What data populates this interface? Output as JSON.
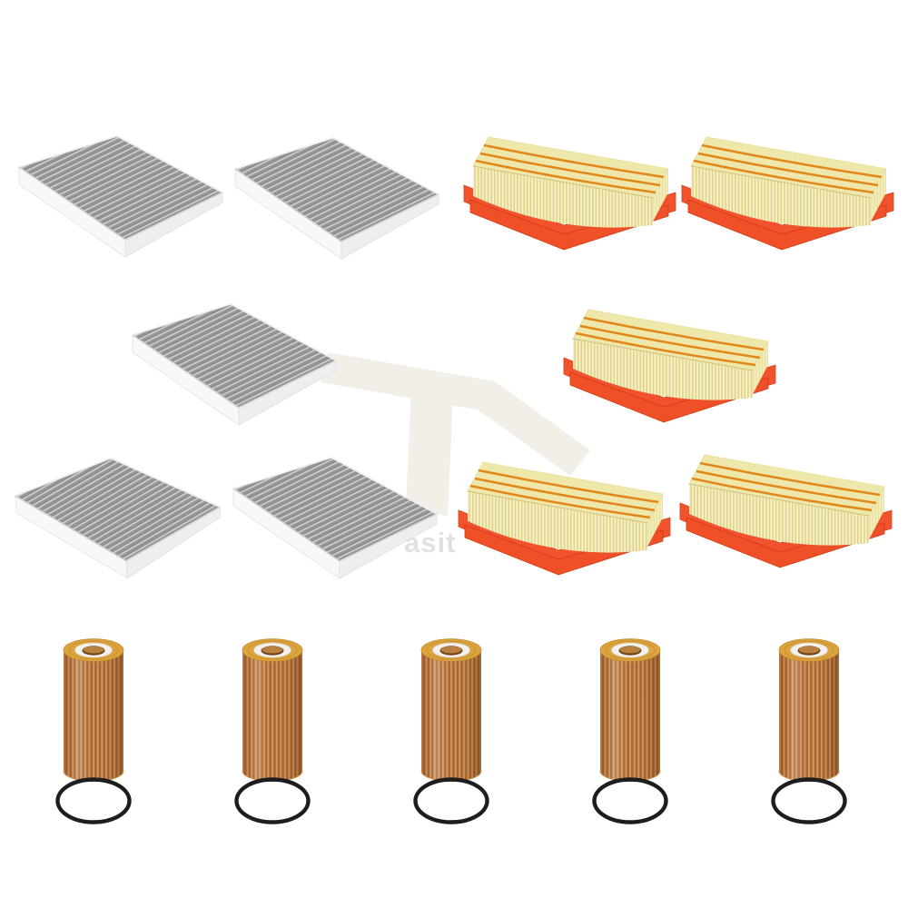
{
  "page": {
    "type": "product-photo-collage",
    "background_color": "#ffffff",
    "description": "Automotive filter service kit photo: five carbon cabin air filter panels, five yellow engine air filter panels with orange bases, five cartridge oil filters each with a black O-ring"
  },
  "watermark": {
    "visible_text_fragment": "asit",
    "text_color": "#d6d6d6",
    "shape_color": "#f1efe8"
  },
  "products": {
    "cabin_air_filter": {
      "label": "Carbon cabin air filter panel",
      "count": 5,
      "media_dark_color": "#949494",
      "media_light_color": "#cbcbcb",
      "frame_color": "#f8f8f8"
    },
    "engine_air_filter": {
      "label": "Engine air filter panel",
      "count": 5,
      "media_color": "#f2ecb0",
      "pleat_shadow_color": "#ddd28c",
      "glue_stripe_color": "#e08212",
      "base_color": "#f2532d",
      "base_shadow_color": "#cf3a14"
    },
    "oil_filter": {
      "label": "Cartridge oil filter element",
      "count": 5,
      "media_color": "#d6975f",
      "pleat_shadow_color": "#aa6830",
      "end_cap_color": "#dda43e",
      "inner_ring_color": "#f2f1ed",
      "core_hole_color": "#6f4018",
      "o_ring_count": 5,
      "o_ring_color": "#1d1d1d"
    }
  }
}
